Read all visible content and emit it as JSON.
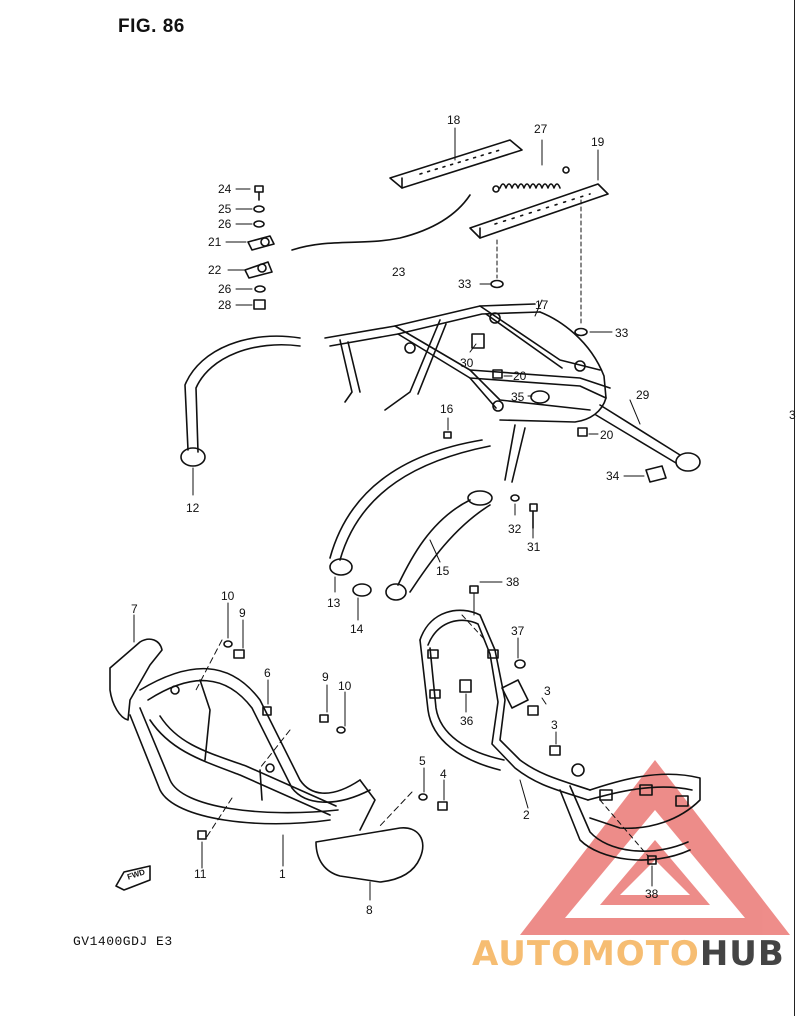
{
  "figure": {
    "title": "FIG. 86",
    "model_code": "GV1400GDJ E3",
    "fwd_label": "FWD",
    "edge_fragment": "3"
  },
  "watermark": {
    "text_colored": "AUTOMOTO",
    "text_dark": "HUB",
    "colors": {
      "triangle": "#e0302a",
      "text_orange": "#f5b25a",
      "text_dark": "#444444"
    }
  },
  "callouts": [
    {
      "id": "c18",
      "text": "18"
    },
    {
      "id": "c27",
      "text": "27"
    },
    {
      "id": "c19",
      "text": "19"
    },
    {
      "id": "c24",
      "text": "24"
    },
    {
      "id": "c25",
      "text": "25"
    },
    {
      "id": "c26a",
      "text": "26"
    },
    {
      "id": "c21",
      "text": "21"
    },
    {
      "id": "c22",
      "text": "22"
    },
    {
      "id": "c26b",
      "text": "26"
    },
    {
      "id": "c28",
      "text": "28"
    },
    {
      "id": "c23",
      "text": "23"
    },
    {
      "id": "c33a",
      "text": "33"
    },
    {
      "id": "c17",
      "text": "17"
    },
    {
      "id": "c33b",
      "text": "33"
    },
    {
      "id": "c30",
      "text": "30"
    },
    {
      "id": "c20a",
      "text": "20"
    },
    {
      "id": "c35",
      "text": "35"
    },
    {
      "id": "c29",
      "text": "29"
    },
    {
      "id": "c16",
      "text": "16"
    },
    {
      "id": "c20b",
      "text": "20"
    },
    {
      "id": "c34",
      "text": "34"
    },
    {
      "id": "c12",
      "text": "12"
    },
    {
      "id": "c32",
      "text": "32"
    },
    {
      "id": "c31",
      "text": "31"
    },
    {
      "id": "c15",
      "text": "15"
    },
    {
      "id": "c13",
      "text": "13"
    },
    {
      "id": "c14",
      "text": "14"
    },
    {
      "id": "c38a",
      "text": "38"
    },
    {
      "id": "c7",
      "text": "7"
    },
    {
      "id": "c10a",
      "text": "10"
    },
    {
      "id": "c9a",
      "text": "9"
    },
    {
      "id": "c37",
      "text": "37"
    },
    {
      "id": "c6",
      "text": "6"
    },
    {
      "id": "c9b",
      "text": "9"
    },
    {
      "id": "c10b",
      "text": "10"
    },
    {
      "id": "c3a",
      "text": "3"
    },
    {
      "id": "c36",
      "text": "36"
    },
    {
      "id": "c3b",
      "text": "3"
    },
    {
      "id": "c5",
      "text": "5"
    },
    {
      "id": "c4",
      "text": "4"
    },
    {
      "id": "c2",
      "text": "2"
    },
    {
      "id": "c11",
      "text": "11"
    },
    {
      "id": "c1",
      "text": "1"
    },
    {
      "id": "c8",
      "text": "8"
    },
    {
      "id": "c38b",
      "text": "38"
    }
  ]
}
